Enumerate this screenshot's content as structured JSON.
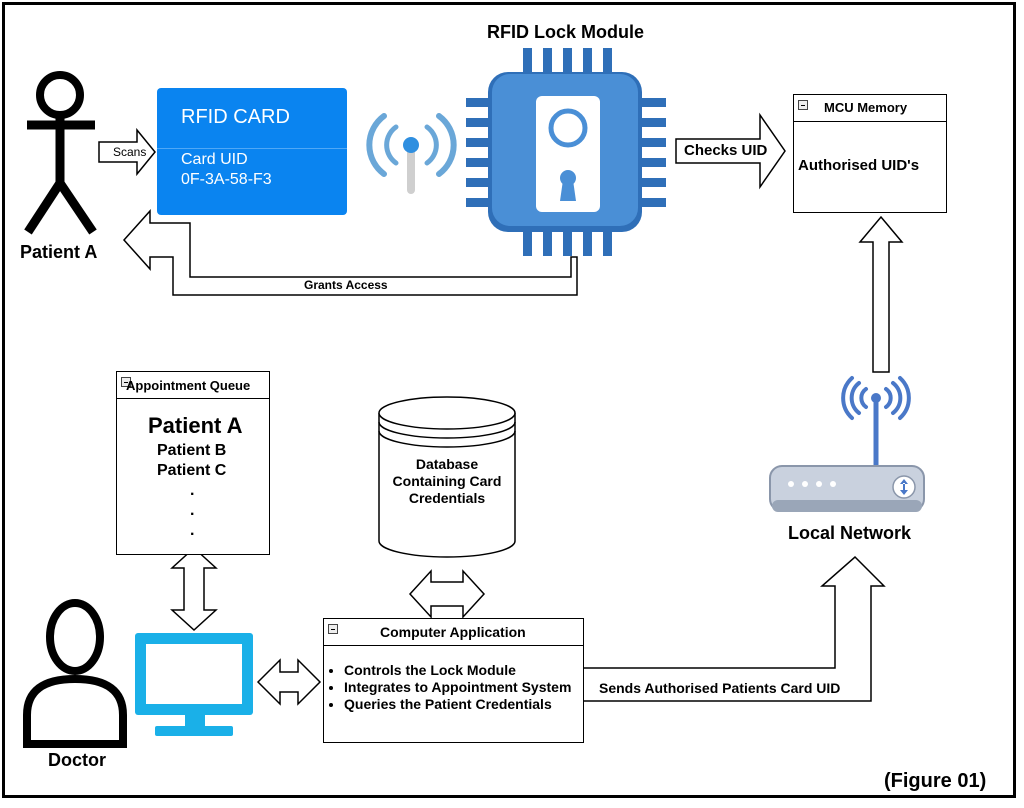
{
  "diagram": {
    "figure_label": "(Figure 01)",
    "patient": {
      "label": "Patient A"
    },
    "scans_label": "Scans",
    "card": {
      "title": "RFID CARD",
      "uid_label": "Card UID",
      "uid_value": "0F-3A-58-F3"
    },
    "lock_module": {
      "title": "RFID Lock Module"
    },
    "checks_label": "Checks UID",
    "mcu": {
      "title": "MCU Memory",
      "content": "Authorised UID's"
    },
    "grants_label": "Grants Access",
    "queue": {
      "title": "Appointment Queue",
      "items": [
        "Patient A",
        "Patient B",
        "Patient C"
      ],
      "dots": ".",
      "dots2": ".",
      "dots3": "."
    },
    "database": {
      "line1": "Database",
      "line2": "Containing Card",
      "line3": "Credentials"
    },
    "network": {
      "label": "Local Network"
    },
    "app": {
      "title": "Computer Application",
      "bullets": [
        "Controls the Lock Module",
        "Integrates to Appointment System",
        "Queries the Patient Credentials"
      ]
    },
    "sends_label": "Sends Authorised Patients Card UID",
    "doctor": {
      "label": "Doctor"
    },
    "colors": {
      "card_blue": "#0a84f0",
      "chip_blue": "#3b82c8",
      "monitor_cyan": "#1ab0e8",
      "router_gray": "#b9c3d3",
      "wifi_blue": "#4a78c8"
    }
  }
}
